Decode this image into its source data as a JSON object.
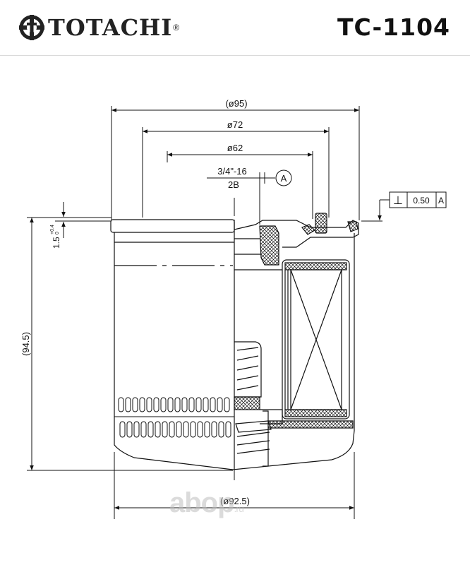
{
  "brand": {
    "name": "TOTACHI",
    "registered": "®"
  },
  "part_number": "TC-1104",
  "dimensions": {
    "overall_diameter": "(ø95)",
    "gasket_outer_diameter": "ø72",
    "gasket_inner_diameter": "ø62",
    "thread_size": "3/4\"-16",
    "thread_class": "2B",
    "datum_letter": "A",
    "height": "(94.5)",
    "body_diameter": "(ø92.5)",
    "gasket_thickness": "1.5",
    "gasket_tolerance_upper": "+0.4",
    "gasket_tolerance_lower": "0"
  },
  "tolerance_frame": {
    "symbol": "⊥",
    "value": "0.50",
    "datum": "A"
  },
  "watermark": {
    "text": "aboр",
    "suffix": ".ru"
  },
  "colors": {
    "line": "#111111",
    "header_border": "#d9d9d9"
  },
  "icons": {
    "logo": "totachi-gear-logo-icon"
  }
}
